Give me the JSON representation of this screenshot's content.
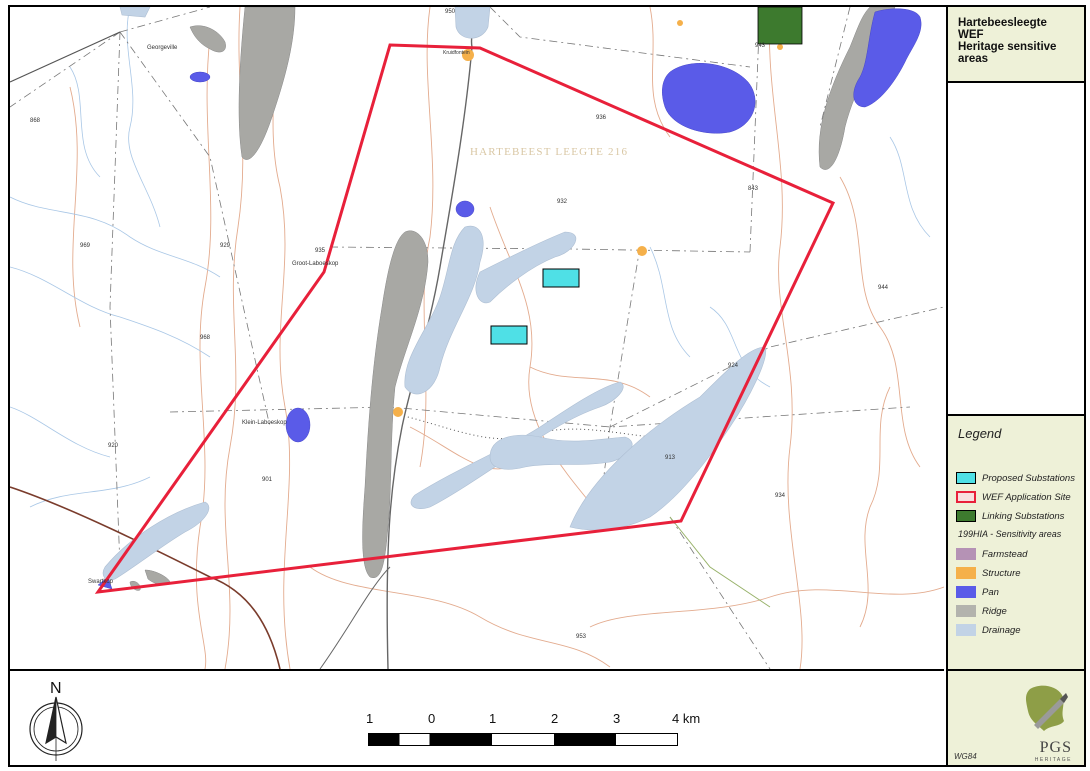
{
  "title": {
    "line1": "Hartebeesleegte",
    "line2": "WEF",
    "line3": "Heritage sensitive",
    "line4": "areas"
  },
  "legend": {
    "title": "Legend",
    "items": [
      {
        "label": "Proposed Substations",
        "fill": "#4fe0e6",
        "stroke": "#000000"
      },
      {
        "label": "WEF Application Site",
        "fill": "#f8dede",
        "stroke": "#e8203a"
      },
      {
        "label": "Linking Substations",
        "fill": "#3d7a2e",
        "stroke": "#000000"
      }
    ],
    "group_label": "199HIA - Sensitivity areas",
    "sensitivity": [
      {
        "label": "Farmstead",
        "fill": "#b592b5"
      },
      {
        "label": "Structure",
        "fill": "#f5b04a"
      },
      {
        "label": "Pan",
        "fill": "#5a5be8"
      },
      {
        "label": "Ridge",
        "fill": "#b3b3ad"
      },
      {
        "label": "Drainage",
        "fill": "#c2d3e6"
      }
    ]
  },
  "map_labels": {
    "farm": "HARTEBEEST LEEGTE 216",
    "place1": "Georgeville",
    "place2": "Groot-Laboeskop",
    "place3": "Klein-Laboeskop",
    "place4": "Swartkop",
    "place5": "Kruidfontein",
    "spot": [
      "932",
      "843",
      "936",
      "944",
      "924",
      "953",
      "934",
      "920",
      "901",
      "969",
      "968",
      "929",
      "913",
      "868",
      "935",
      "943",
      "950"
    ]
  },
  "scale_bar": {
    "labels": [
      "1",
      "0",
      "1",
      "2",
      "3",
      "4 km"
    ]
  },
  "north_label": "N",
  "datum": "WG84",
  "logo": {
    "name": "PGS",
    "tagline": "HERITAGE"
  },
  "colors": {
    "site_boundary": "#e8203a",
    "drainage": "#c2d3e6",
    "ridge": "#a8a8a4",
    "pan": "#5a5be8",
    "structure": "#f5b04a",
    "substation": "#4fe0e6",
    "linking": "#3d7a2e",
    "contour": "#e0a98a",
    "panel_bg": "#eef1d8"
  }
}
